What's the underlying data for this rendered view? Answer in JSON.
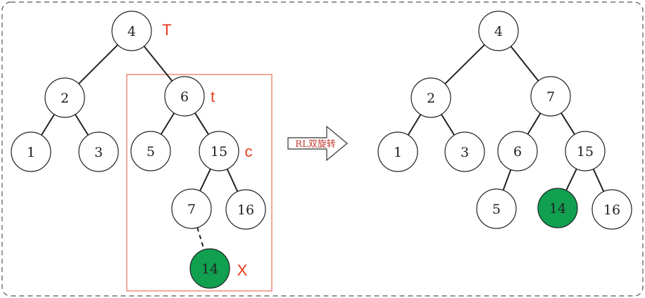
{
  "colors": {
    "highlight_fill": "#10a050",
    "annotation": "#e8391c",
    "box_stroke": "#f08a7a",
    "arrow_text": "#c0392b"
  },
  "arrow": {
    "label": "RL双旋转"
  },
  "trees": [
    {
      "id": "before",
      "nodes": [
        {
          "id": "n4",
          "label": "4"
        },
        {
          "id": "n2",
          "label": "2"
        },
        {
          "id": "n1",
          "label": "1"
        },
        {
          "id": "n3",
          "label": "3"
        },
        {
          "id": "n6",
          "label": "6"
        },
        {
          "id": "n5",
          "label": "5"
        },
        {
          "id": "n15",
          "label": "15"
        },
        {
          "id": "n7",
          "label": "7"
        },
        {
          "id": "n16",
          "label": "16"
        },
        {
          "id": "n14",
          "label": "14",
          "highlight": true
        }
      ],
      "edges": [
        {
          "from": "n4",
          "to": "n2"
        },
        {
          "from": "n4",
          "to": "n6"
        },
        {
          "from": "n2",
          "to": "n1"
        },
        {
          "from": "n2",
          "to": "n3"
        },
        {
          "from": "n6",
          "to": "n5"
        },
        {
          "from": "n6",
          "to": "n15"
        },
        {
          "from": "n15",
          "to": "n7"
        },
        {
          "from": "n15",
          "to": "n16"
        },
        {
          "from": "n7",
          "to": "n14",
          "dashed": true
        }
      ],
      "annotations": [
        {
          "node": "n4",
          "text": "T"
        },
        {
          "node": "n6",
          "text": "t"
        },
        {
          "node": "n15",
          "text": "c"
        },
        {
          "node": "n14",
          "text": "X"
        }
      ]
    },
    {
      "id": "after",
      "nodes": [
        {
          "id": "m4",
          "label": "4"
        },
        {
          "id": "m2",
          "label": "2"
        },
        {
          "id": "m1",
          "label": "1"
        },
        {
          "id": "m3",
          "label": "3"
        },
        {
          "id": "m7",
          "label": "7"
        },
        {
          "id": "m6",
          "label": "6"
        },
        {
          "id": "m5",
          "label": "5"
        },
        {
          "id": "m15",
          "label": "15"
        },
        {
          "id": "m14",
          "label": "14",
          "highlight": true
        },
        {
          "id": "m16",
          "label": "16"
        }
      ],
      "edges": [
        {
          "from": "m4",
          "to": "m2"
        },
        {
          "from": "m4",
          "to": "m7"
        },
        {
          "from": "m2",
          "to": "m1"
        },
        {
          "from": "m2",
          "to": "m3"
        },
        {
          "from": "m7",
          "to": "m6"
        },
        {
          "from": "m7",
          "to": "m15"
        },
        {
          "from": "m6",
          "to": "m5"
        },
        {
          "from": "m15",
          "to": "m14"
        },
        {
          "from": "m15",
          "to": "m16"
        }
      ],
      "annotations": []
    }
  ]
}
